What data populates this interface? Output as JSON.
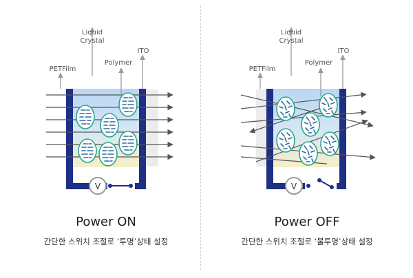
{
  "colors": {
    "electrode": "#1e2f86",
    "droplet": "#2aa58a",
    "crystal": "#2b6d9e",
    "arrow": "#555555",
    "pointer": "#9a9a9a",
    "label": "#555555"
  },
  "left": {
    "labels": {
      "liquid_line1": "Liquid",
      "liquid_line2": "Crystal",
      "polymer": "Polymer",
      "ito": "ITO",
      "petfilm": "PETFilm",
      "voltmeter": "V"
    },
    "title": "Power ON",
    "subtitle": "간단한 스위치 조절로 ‘투명’상태 설정"
  },
  "right": {
    "labels": {
      "liquid_line1": "Liquid",
      "liquid_line2": "Crystal",
      "polymer": "Polymer",
      "ito": "ITO",
      "petfilm": "PETFilm",
      "voltmeter": "V"
    },
    "title": "Power OFF",
    "subtitle": "간단한 스위치 조절로 ‘불투명’상태 설정"
  }
}
